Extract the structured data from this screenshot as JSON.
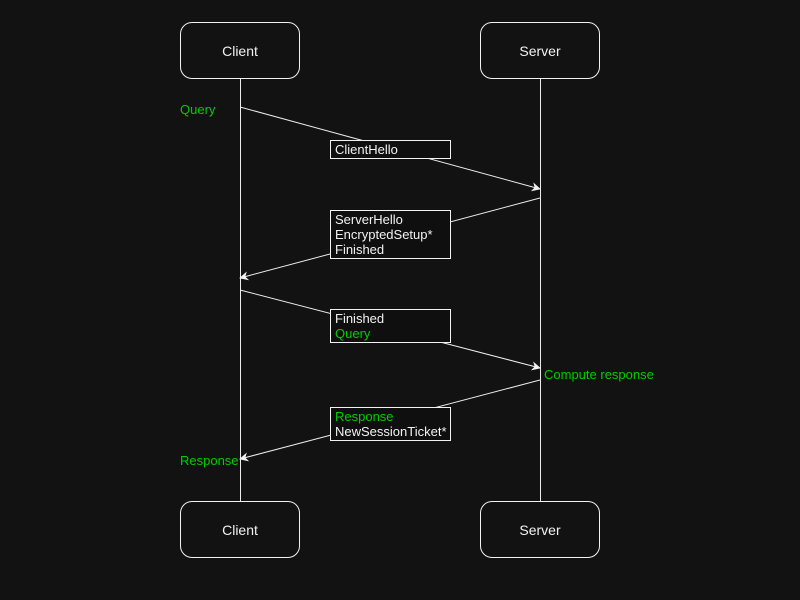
{
  "colors": {
    "background": "#121212",
    "foreground": "#f2f2f2",
    "accent_green": "#00cc00"
  },
  "actors": {
    "client": "Client",
    "server": "Server"
  },
  "annotations": {
    "query": "Query",
    "compute_response": "Compute response",
    "response": "Response"
  },
  "messages": [
    {
      "from": "Client",
      "to": "Server",
      "lines": [
        {
          "text": "ClientHello",
          "color": "#f2f2f2"
        }
      ]
    },
    {
      "from": "Server",
      "to": "Client",
      "lines": [
        {
          "text": "ServerHello",
          "color": "#f2f2f2"
        },
        {
          "text": "EncryptedSetup*",
          "color": "#f2f2f2"
        },
        {
          "text": "Finished",
          "color": "#f2f2f2"
        }
      ]
    },
    {
      "from": "Client",
      "to": "Server",
      "lines": [
        {
          "text": "Finished",
          "color": "#f2f2f2"
        },
        {
          "text": "Query",
          "color": "#00cc00"
        }
      ]
    },
    {
      "from": "Server",
      "to": "Client",
      "lines": [
        {
          "text": "Response",
          "color": "#00cc00"
        },
        {
          "text": "NewSessionTicket*",
          "color": "#f2f2f2"
        }
      ]
    }
  ]
}
